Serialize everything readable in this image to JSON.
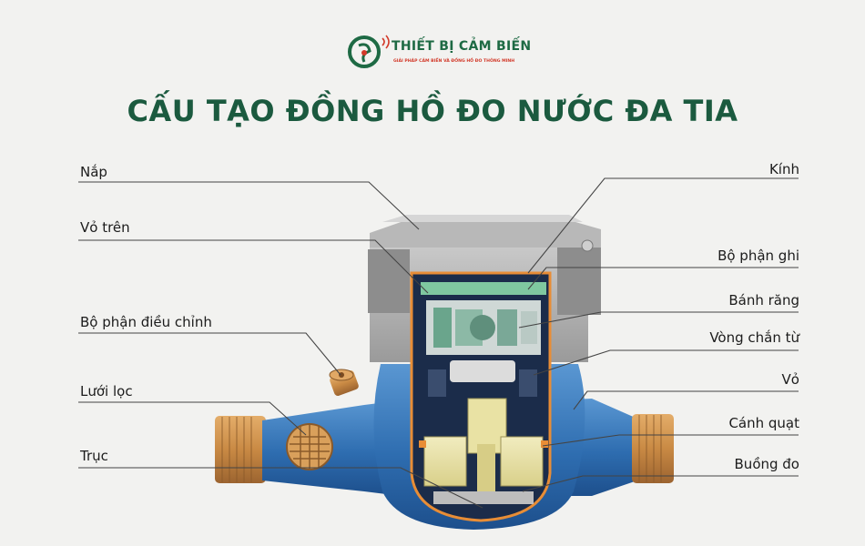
{
  "logo": {
    "name": "THIẾT BỊ CẢM BIẾN",
    "tagline": "GIẢI PHÁP CẢM BIẾN VÀ ĐỒNG HỒ ĐO THÔNG MINH"
  },
  "title": "CẤU TẠO ĐỒNG HỒ ĐO NƯỚC ĐA TIA",
  "labels_left": [
    "Nắp",
    "Vỏ trên",
    "Bộ phận điều chỉnh",
    "Lưới lọc",
    "Trục"
  ],
  "labels_right": [
    "Kính",
    "Bộ phận ghi",
    "Bánh răng",
    "Vòng chắn từ",
    "Vỏ",
    "Cánh quạt",
    "Buồng đo"
  ],
  "colors": {
    "title": "#1b5a3f",
    "brand_green": "#1e6a44",
    "brand_red": "#d23a2a",
    "body_blue": "#2f6fb0",
    "brass": "#c98a44",
    "cover_gray": "#a5a5a5"
  }
}
